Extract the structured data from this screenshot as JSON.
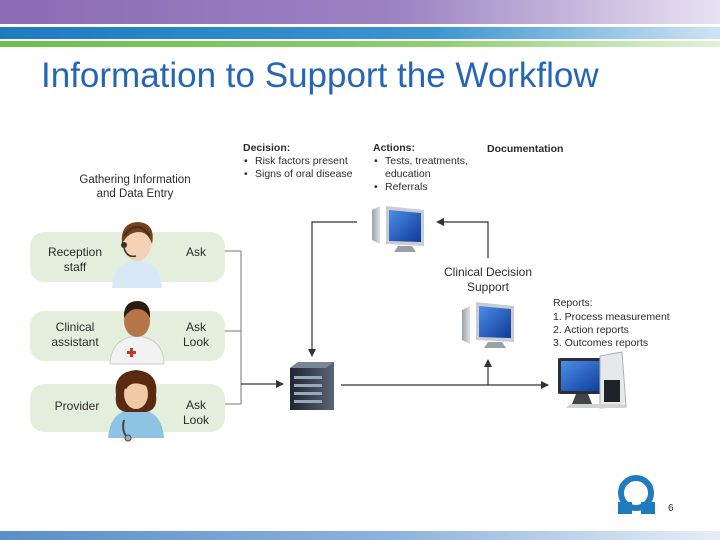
{
  "title": "Information to Support the Workflow",
  "slide_number": "6",
  "gathering": {
    "line1": "Gathering Information",
    "line2": "and Data Entry"
  },
  "roles": [
    {
      "name_lines": [
        "Reception",
        "staff"
      ],
      "action_lines": [
        "Ask"
      ]
    },
    {
      "name_lines": [
        "Clinical",
        "assistant"
      ],
      "action_lines": [
        "Ask",
        "Look"
      ]
    },
    {
      "name_lines": [
        "Provider"
      ],
      "action_lines": [
        "Ask",
        "Look"
      ]
    }
  ],
  "decision": {
    "heading": "Decision:",
    "items": [
      "Risk factors present",
      "Signs of oral disease"
    ]
  },
  "actions": {
    "heading": "Actions:",
    "items": [
      "Tests, treatments,",
      "education",
      "Referrals"
    ]
  },
  "documentation": "Documentation",
  "cds": {
    "line1": "Clinical Decision",
    "line2": "Support"
  },
  "reports": {
    "heading": "Reports:",
    "items": [
      "1.  Process measurement",
      "2.  Action reports",
      "3.  Outcomes reports"
    ]
  },
  "icons": [
    "monitor-icon",
    "server-icon",
    "desktop-computer-icon",
    "receptionist-avatar-icon",
    "clinical-assistant-avatar-icon",
    "provider-avatar-icon",
    "logo-icon"
  ],
  "colors": {
    "title": "#2466b5",
    "role_box": "#e3efdc",
    "connector": "#8c8c8c",
    "arrow": "#333333",
    "logo": "#1f7bbf"
  }
}
